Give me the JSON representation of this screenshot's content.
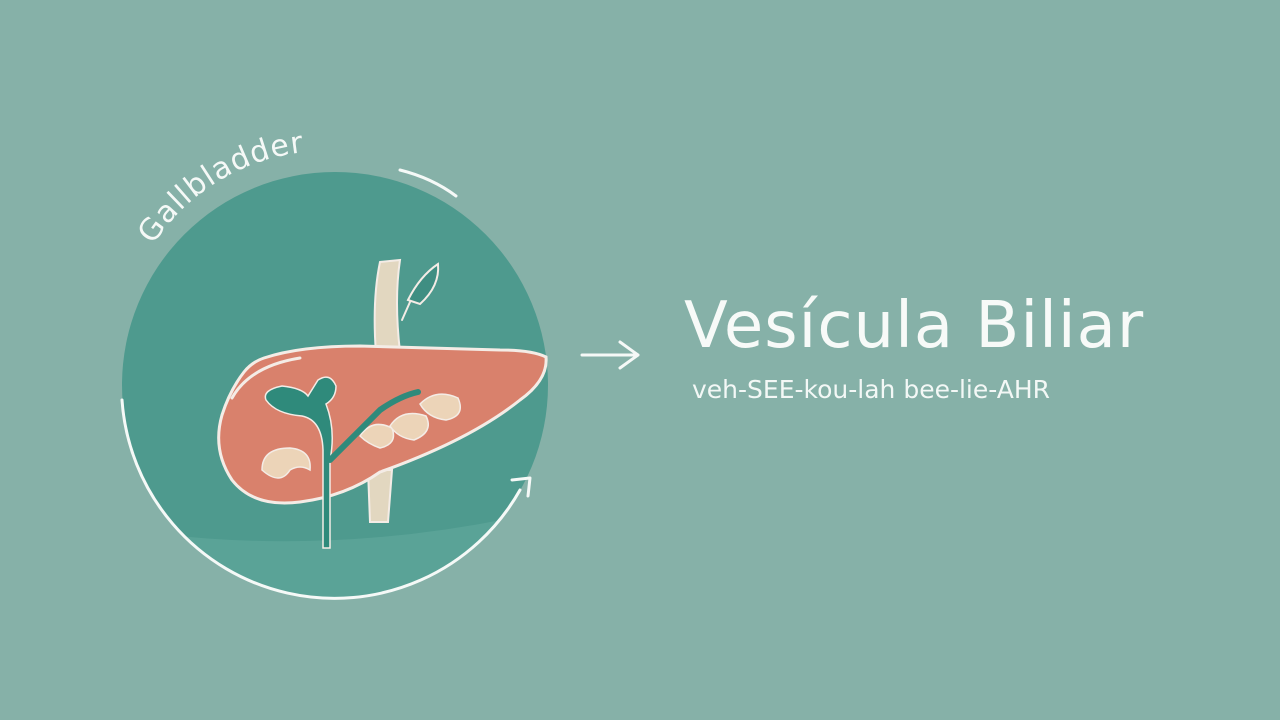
{
  "illustration": {
    "arc_label": "Gallbladder"
  },
  "term": {
    "word": "Vesícula Biliar",
    "pronunciation": "veh-SEE-kou-lah bee-lie-AHR"
  },
  "colors": {
    "background": "#86b1a8",
    "disc": "#4e9a8e",
    "organ": "#d9816c",
    "organ_outline": "#f4ece6",
    "duct": "#2f8a7b",
    "tube": "#e2d7c0",
    "text": "#f7faf8"
  },
  "icons": {
    "arrow": "right-arrow-icon",
    "loop": "circular-arrow-icon"
  }
}
